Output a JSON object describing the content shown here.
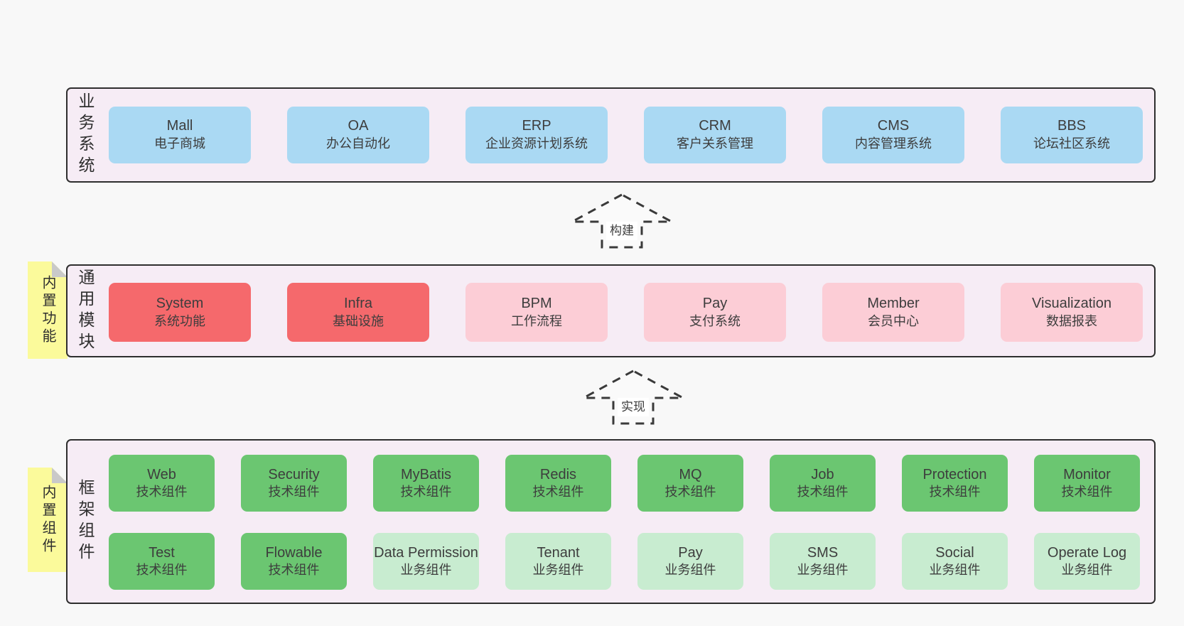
{
  "bands": {
    "business": {
      "label": "业务系统",
      "boxes": [
        {
          "en": "Mall",
          "zh": "电子商城"
        },
        {
          "en": "OA",
          "zh": "办公自动化"
        },
        {
          "en": "ERP",
          "zh": "企业资源计划系统"
        },
        {
          "en": "CRM",
          "zh": "客户关系管理"
        },
        {
          "en": "CMS",
          "zh": "内容管理系统"
        },
        {
          "en": "BBS",
          "zh": "论坛社区系统"
        }
      ]
    },
    "modules": {
      "label": "通用模块",
      "note": "内置功能",
      "boxes": [
        {
          "en": "System",
          "zh": "系统功能"
        },
        {
          "en": "Infra",
          "zh": "基础设施"
        },
        {
          "en": "BPM",
          "zh": "工作流程"
        },
        {
          "en": "Pay",
          "zh": "支付系统"
        },
        {
          "en": "Member",
          "zh": "会员中心"
        },
        {
          "en": "Visualization",
          "zh": "数据报表"
        }
      ]
    },
    "components": {
      "label": "框架组件",
      "note": "内置组件",
      "row1": [
        {
          "en": "Web",
          "zh": "技术组件"
        },
        {
          "en": "Security",
          "zh": "技术组件"
        },
        {
          "en": "MyBatis",
          "zh": "技术组件"
        },
        {
          "en": "Redis",
          "zh": "技术组件"
        },
        {
          "en": "MQ",
          "zh": "技术组件"
        },
        {
          "en": "Job",
          "zh": "技术组件"
        },
        {
          "en": "Protection",
          "zh": "技术组件"
        },
        {
          "en": "Monitor",
          "zh": "技术组件"
        }
      ],
      "row2": [
        {
          "en": "Test",
          "zh": "技术组件"
        },
        {
          "en": "Flowable",
          "zh": "技术组件"
        },
        {
          "en": "Data Permission",
          "zh": "业务组件"
        },
        {
          "en": "Tenant",
          "zh": "业务组件"
        },
        {
          "en": "Pay",
          "zh": "业务组件"
        },
        {
          "en": "SMS",
          "zh": "业务组件"
        },
        {
          "en": "Social",
          "zh": "业务组件"
        },
        {
          "en": "Operate Log",
          "zh": "业务组件"
        }
      ]
    }
  },
  "arrows": {
    "build": "构建",
    "implement": "实现"
  },
  "colors": {
    "page_bg": "#f8f8f8",
    "band_bg": "#f6ecf5",
    "band_border": "#2e2e2e",
    "blue": "#aad9f3",
    "red": "#f5696c",
    "pink": "#fccdd6",
    "green_dark": "#6bc671",
    "green_light": "#c8ecd0",
    "note_yellow": "#fbfa9b",
    "note_fold": "#c9c9c9",
    "text": "#3d3d3d"
  }
}
